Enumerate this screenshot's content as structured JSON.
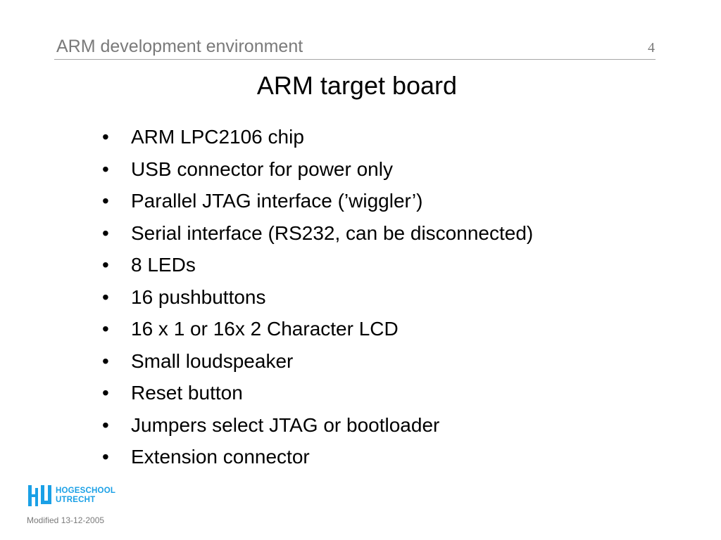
{
  "header": {
    "title": "ARM development environment",
    "page_number": "4"
  },
  "slide": {
    "title": "ARM target board",
    "bullet_glyph": "•",
    "bullets": [
      "ARM LPC2106 chip",
      "USB connector for power only",
      "Parallel JTAG interface (’wiggler’)",
      "Serial interface (RS232, can be disconnected)",
      "8 LEDs",
      "16 pushbuttons",
      "16 x 1 or 16x 2 Character LCD",
      "Small loudspeaker",
      "Reset button",
      "Jumpers select JTAG or bootloader",
      "Extension connector"
    ]
  },
  "footer": {
    "logo": {
      "line1": "HOGESCHOOL",
      "line2": "UTRECHT",
      "color": "#1aa0e6"
    },
    "modified": "Modified 13-12-2005"
  },
  "colors": {
    "header_text": "#7a7a7a",
    "rule": "#a6a6a6",
    "body_text": "#000000"
  }
}
